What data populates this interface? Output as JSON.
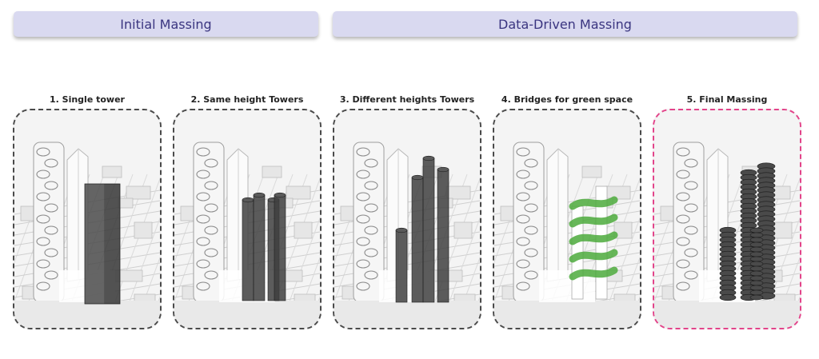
{
  "banners": {
    "initial": "Initial Massing",
    "data_driven": "Data-Driven Massing"
  },
  "panels": [
    {
      "title": "1. Single tower",
      "variant": "single"
    },
    {
      "title": "2. Same height Towers",
      "variant": "same"
    },
    {
      "title": "3.  Different heights Towers",
      "variant": "different"
    },
    {
      "title": "4. Bridges for green space",
      "variant": "bridges"
    },
    {
      "title": "5. Final Massing",
      "variant": "final"
    }
  ],
  "colors": {
    "banner_bg": "#d9d9f0",
    "banner_text": "#3a3580",
    "frame_border": "#4a4a4a",
    "final_border": "#e2448a",
    "tower": "#4a4a4a",
    "green": "#4caa3c"
  }
}
